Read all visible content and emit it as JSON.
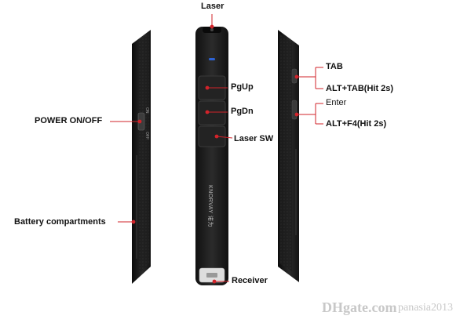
{
  "labels": {
    "laser": "Laser",
    "pgup": "PgUp",
    "pgdn": "PgDn",
    "laser_sw": "Laser SW",
    "receiver": "Receiver",
    "power": "POWER ON/OFF",
    "battery": "Battery compartments",
    "tab": "TAB",
    "alt_tab": "ALT+TAB(Hit 2s)",
    "enter": "Enter",
    "alt_f4": "ALT+F4(Hit 2s)"
  },
  "device": {
    "brand": "KNORVAY 诺为",
    "switch_on": "ON",
    "switch_off": "OFF"
  },
  "watermark": {
    "site": "DHgate.com",
    "seller": "panasia2013"
  },
  "colors": {
    "callout": "#d2232a",
    "body_dark": "#1c1c1c",
    "text": "#111111"
  }
}
